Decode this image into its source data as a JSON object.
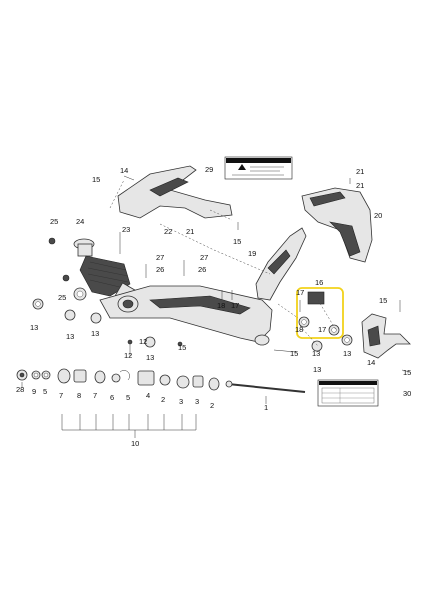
{
  "colors": {
    "highlight": "#f2d21b",
    "line": "#333333",
    "part_fill": "#e6e6e6"
  },
  "callouts": [
    "1",
    "2",
    "3",
    "4",
    "5",
    "6",
    "7",
    "8",
    "9",
    "10",
    "12",
    "13",
    "14",
    "15",
    "16",
    "17",
    "18",
    "19",
    "20",
    "21",
    "22",
    "23",
    "24",
    "25",
    "26",
    "27",
    "28",
    "29",
    "30"
  ]
}
